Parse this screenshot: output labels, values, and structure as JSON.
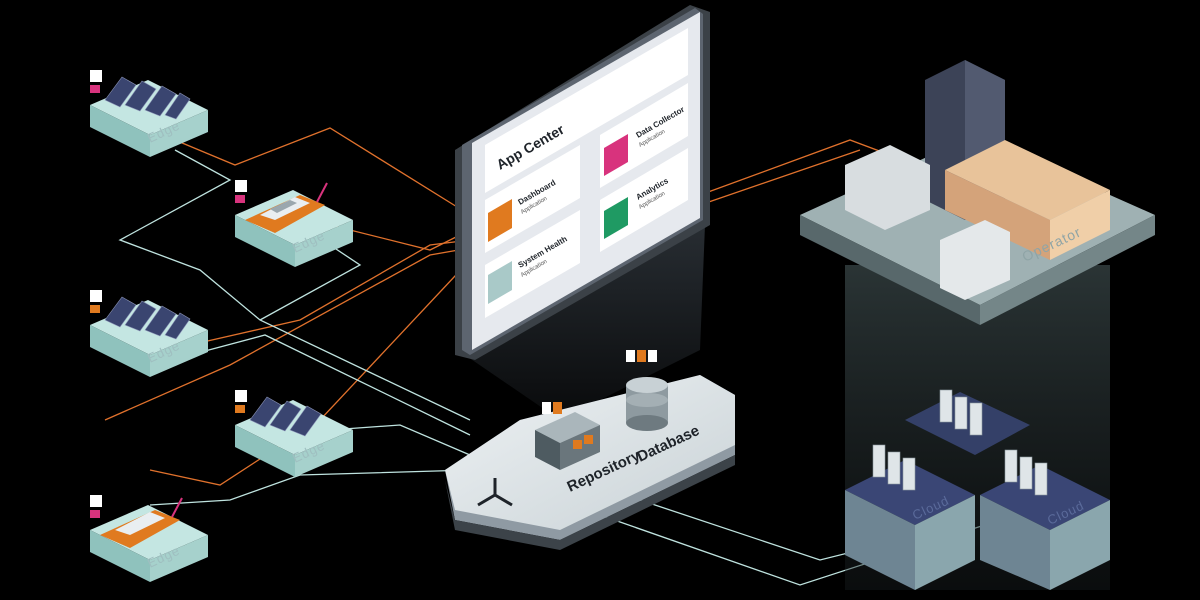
{
  "screen": {
    "title": "App Center",
    "apps": [
      {
        "name": "Dashboard",
        "type": "Application",
        "color": "#e07a1f",
        "icon": "cube-icon"
      },
      {
        "name": "Data Collector",
        "type": "Application",
        "color": "#d8337d",
        "icon": "cube-icon"
      },
      {
        "name": "System Health",
        "type": "Application",
        "color": "#a9c9c8",
        "icon": "cube-icon"
      },
      {
        "name": "Analytics",
        "type": "Application",
        "color": "#1f9a63",
        "icon": "cube-icon"
      }
    ]
  },
  "hub": {
    "repository_label": "Repository",
    "database_label": "Database"
  },
  "operator": {
    "label": "Operator"
  },
  "edges": [
    {
      "label": "Edge",
      "kind": "solar"
    },
    {
      "label": "Edge",
      "kind": "ship"
    },
    {
      "label": "Edge",
      "kind": "solar"
    },
    {
      "label": "Edge",
      "kind": "solar"
    },
    {
      "label": "Edge",
      "kind": "ship"
    }
  ],
  "clouds": [
    {
      "label": "Cloud"
    },
    {
      "label": "Cloud"
    }
  ],
  "colors": {
    "orange_link": "#e0712c",
    "teal_link": "#bfe3df",
    "platform": "#a8d3cf",
    "accent_orange": "#e07a1f",
    "accent_pink": "#d8337d",
    "accent_green": "#1f9a63"
  }
}
